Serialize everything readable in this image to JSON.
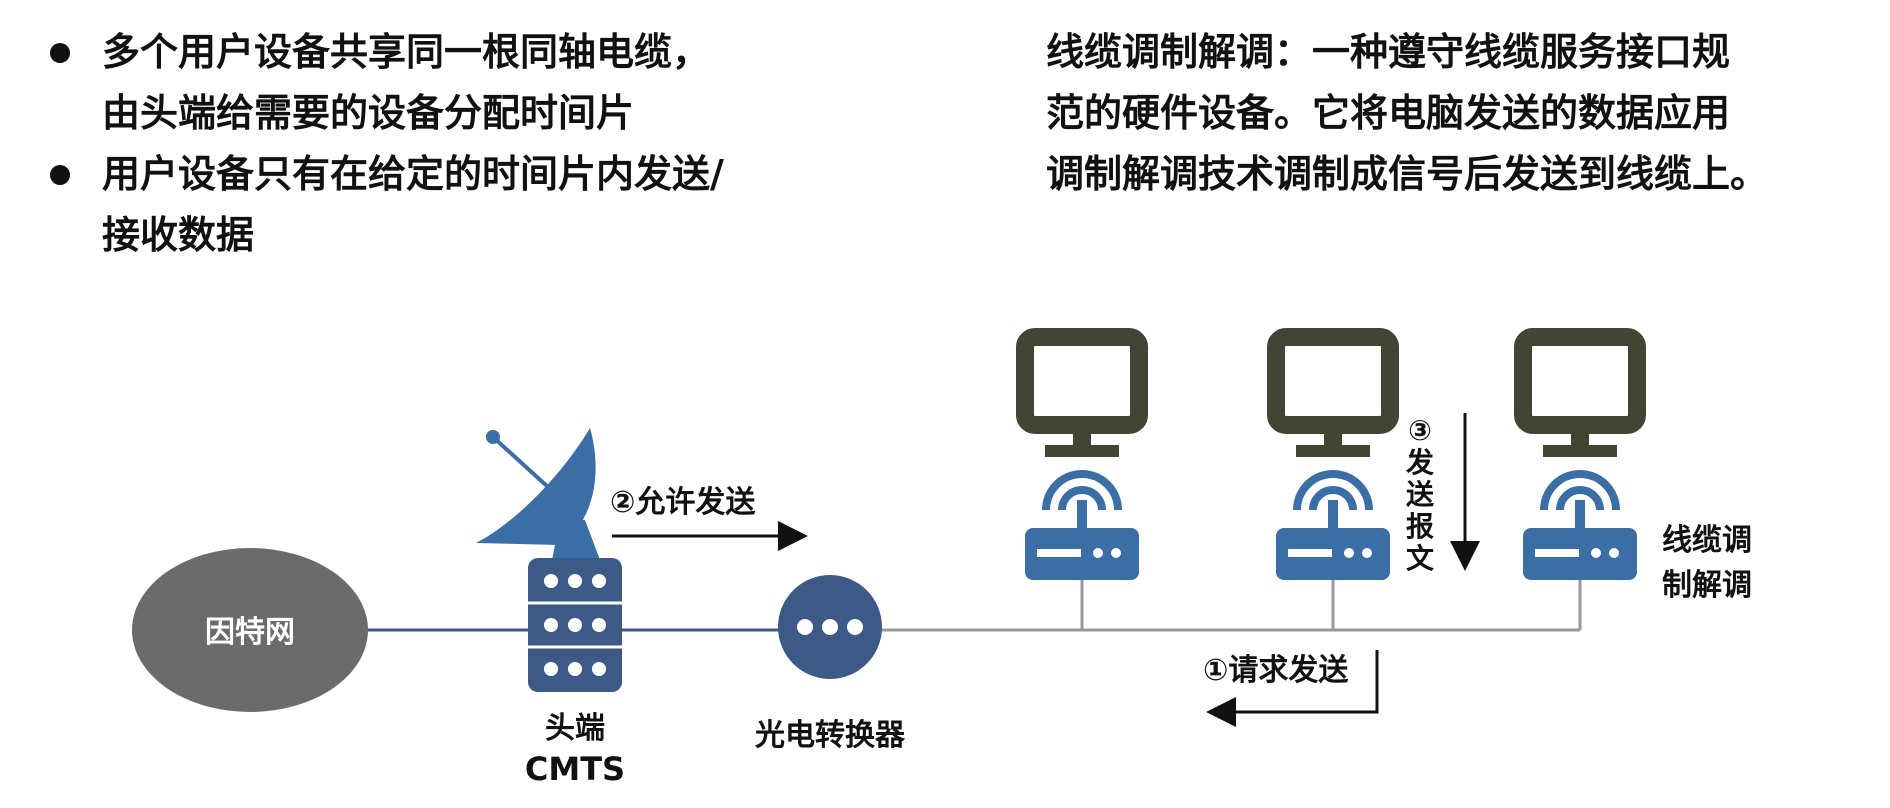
{
  "bullets": [
    {
      "lines": [
        "多个用户设备共享同一根同轴电缆，",
        "由头端给需要的设备分配时间片"
      ]
    },
    {
      "lines": [
        "用户设备只有在给定的时间片内发送/",
        "接收数据"
      ]
    }
  ],
  "description": {
    "lines": [
      "线缆调制解调：一种遵守线缆服务接口规",
      "范的硬件设备。它将电脑发送的数据应用",
      "调制解调技术调制成信号后发送到线缆上。"
    ]
  },
  "diagram": {
    "internet_label": "因特网",
    "headend_label": "头端",
    "cmts_label": "CMTS",
    "converter_label": "光电转换器",
    "modem_label_lines": [
      "线缆调",
      "制解调"
    ],
    "step1": "①请求发送",
    "step2": "②允许发送",
    "step3_chars": [
      "③",
      "发",
      "送",
      "报",
      "文"
    ]
  },
  "colors": {
    "internet": "#6b6b6b",
    "blue": "#3a6ea5",
    "navy": "#3d5986",
    "monitor": "#424533",
    "line": "#9a9a9a",
    "text": "#111111"
  },
  "icons": {
    "satellite": "satellite-dish-icon",
    "cmts": "cmts-rack-icon",
    "converter": "optical-converter-icon",
    "computer": "computer-monitor-icon",
    "modem": "cable-modem-icon"
  }
}
